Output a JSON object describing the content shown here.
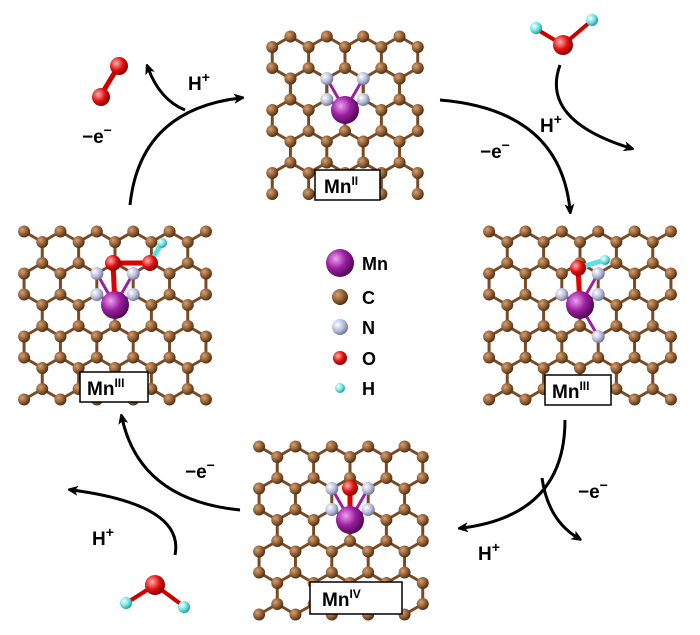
{
  "panels": [
    {
      "id": "top",
      "label": "Mn",
      "ox": "II"
    },
    {
      "id": "right",
      "label": "Mn",
      "ox": "III"
    },
    {
      "id": "bottom",
      "label": "Mn",
      "ox": "IV"
    },
    {
      "id": "left",
      "label": "Mn",
      "ox": "III"
    }
  ],
  "steps": {
    "proton": "H",
    "proton_sup": "+",
    "electron": "−e",
    "electron_sup": "−"
  },
  "legend": [
    {
      "label": "Mn",
      "color": "#9b1fa0"
    },
    {
      "label": "C",
      "color": "#8a5a30"
    },
    {
      "label": "N",
      "color": "#b4b8d8"
    },
    {
      "label": "O",
      "color": "#e01010"
    },
    {
      "label": "H",
      "color": "#5fe0e0"
    }
  ],
  "colors": {
    "carbon": "#8a5a30",
    "bond": "#7a4a25",
    "nitrogen": "#b4b8d8",
    "mn": "#9b1fa0",
    "oxygen": "#e01010",
    "hydrogen": "#5fe0e0"
  }
}
